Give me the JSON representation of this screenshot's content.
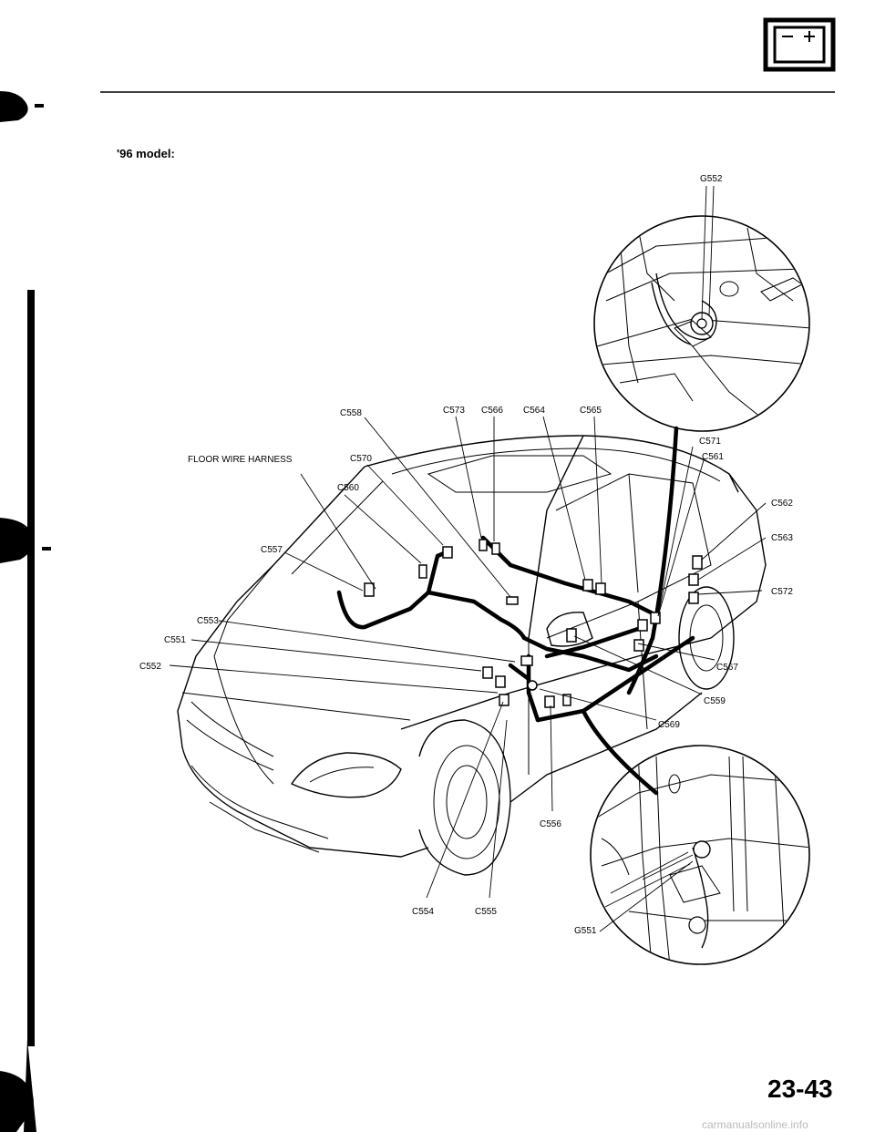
{
  "page": {
    "model_heading": "'96 model:",
    "page_number": "23-43",
    "watermark": "carmanualsonline.info",
    "battery_icon": "battery-icon"
  },
  "labels": {
    "g552": "G552",
    "g551": "G551",
    "floor_harness": "FLOOR WIRE HARNESS",
    "c551": "C551",
    "c552": "C552",
    "c553": "C553",
    "c554": "C554",
    "c555": "C555",
    "c556": "C556",
    "c557": "C557",
    "c558": "C558",
    "c559": "C559",
    "c560": "C560",
    "c561": "C561",
    "c562": "C562",
    "c563": "C563",
    "c564": "C564",
    "c565": "C565",
    "c566": "C566",
    "c567": "C567",
    "c569": "C569",
    "c570": "C570",
    "c571": "C571",
    "c572": "C572",
    "c573": "C573"
  }
}
